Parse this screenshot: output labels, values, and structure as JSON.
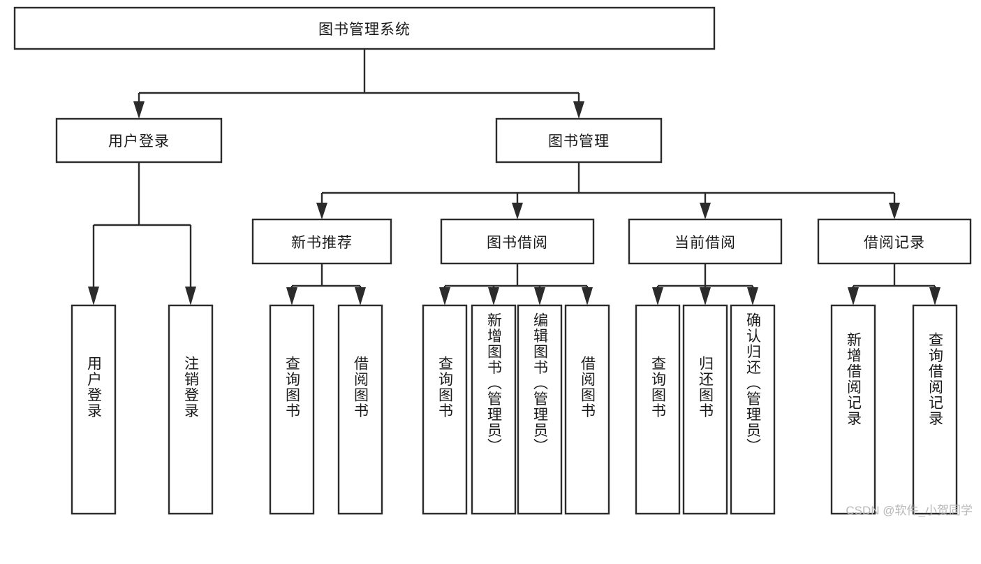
{
  "diagram": {
    "type": "tree-flowchart",
    "title": "图书管理系统",
    "orientation": "top-down",
    "colors": {
      "box_fill": "#ffffff",
      "box_stroke": "#2b2b2b",
      "text": "#1a1a1a",
      "canvas": "#ffffff",
      "watermark": "#b9b9b9"
    },
    "root": {
      "id": "root",
      "label": "图书管理系统",
      "orientation": "horizontal"
    },
    "level2": [
      {
        "id": "user-login",
        "label": "用户登录",
        "orientation": "horizontal"
      },
      {
        "id": "book-management",
        "label": "图书管理",
        "orientation": "horizontal"
      }
    ],
    "level3": [
      {
        "id": "new-book-recommend",
        "label": "新书推荐",
        "orientation": "horizontal",
        "parent": "book-management"
      },
      {
        "id": "book-borrow",
        "label": "图书借阅",
        "orientation": "horizontal",
        "parent": "book-management"
      },
      {
        "id": "current-borrow",
        "label": "当前借阅",
        "orientation": "horizontal",
        "parent": "book-management"
      },
      {
        "id": "borrow-record",
        "label": "借阅记录",
        "orientation": "horizontal",
        "parent": "book-management"
      }
    ],
    "leaves": [
      {
        "id": "leaf-user-login",
        "label": "用户登录",
        "orientation": "vertical",
        "parent": "user-login"
      },
      {
        "id": "leaf-logout-login",
        "label": "注销登录",
        "orientation": "vertical",
        "parent": "user-login"
      },
      {
        "id": "leaf-query-book-1",
        "label": "查询图书",
        "orientation": "vertical",
        "parent": "new-book-recommend"
      },
      {
        "id": "leaf-borrow-book-1",
        "label": "借阅图书",
        "orientation": "vertical",
        "parent": "new-book-recommend"
      },
      {
        "id": "leaf-query-book-2",
        "label": "查询图书",
        "orientation": "vertical",
        "parent": "book-borrow"
      },
      {
        "id": "leaf-add-book",
        "label": "新增图书（管理员）",
        "orientation": "vertical",
        "parent": "book-borrow"
      },
      {
        "id": "leaf-edit-book",
        "label": "编辑图书（管理员）",
        "orientation": "vertical",
        "parent": "book-borrow"
      },
      {
        "id": "leaf-borrow-book-2",
        "label": "借阅图书",
        "orientation": "vertical",
        "parent": "book-borrow"
      },
      {
        "id": "leaf-query-book-3",
        "label": "查询图书",
        "orientation": "vertical",
        "parent": "current-borrow"
      },
      {
        "id": "leaf-return-book",
        "label": "归还图书",
        "orientation": "vertical",
        "parent": "current-borrow"
      },
      {
        "id": "leaf-confirm-return",
        "label": "确认归还（管理员）",
        "orientation": "vertical",
        "parent": "current-borrow"
      },
      {
        "id": "leaf-add-record",
        "label": "新增借阅记录",
        "orientation": "vertical",
        "parent": "borrow-record"
      },
      {
        "id": "leaf-query-record",
        "label": "查询借阅记录",
        "orientation": "vertical",
        "parent": "borrow-record"
      }
    ],
    "watermark": "CSDN @软件_小贺同学"
  }
}
